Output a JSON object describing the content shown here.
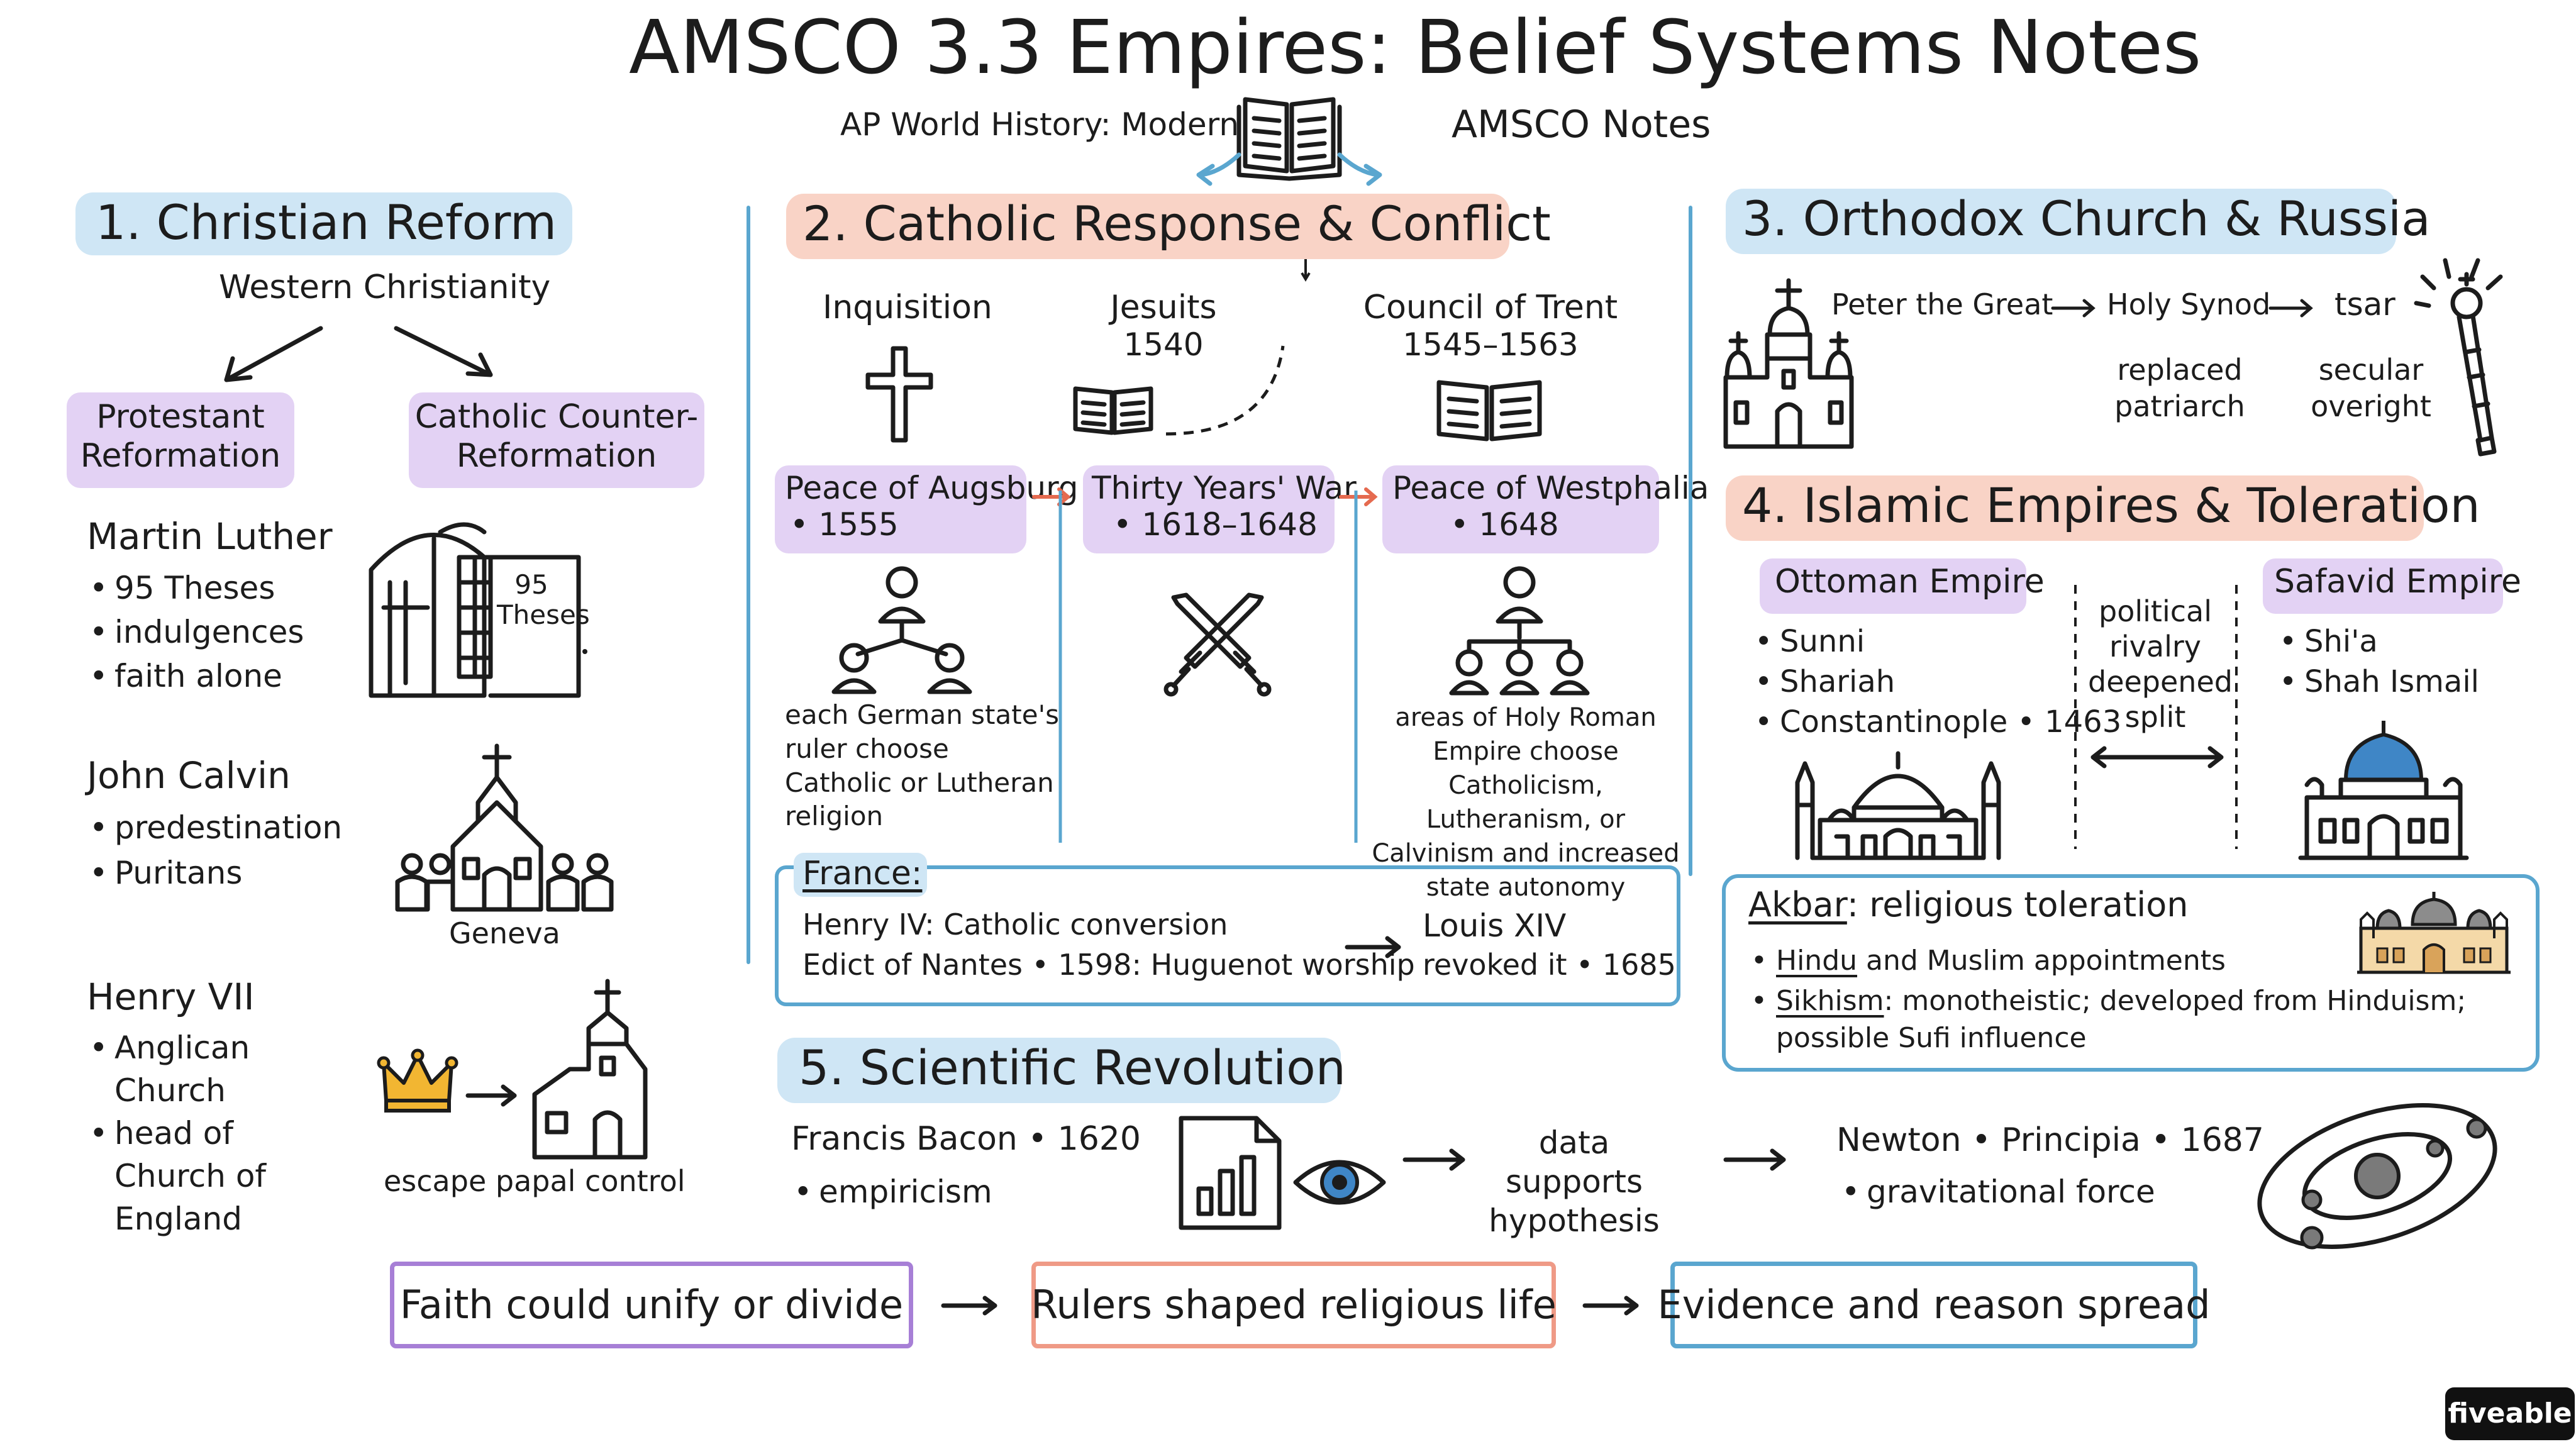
{
  "title": "AMSCO 3.3 Empires: Belief Systems Notes",
  "subtitle_left": "AP World History: Modern",
  "subtitle_right": "AMSCO Notes",
  "colors": {
    "blue": "#5aa6cf",
    "red": "#ef9a86",
    "purple": "#a77fd6",
    "gold": "#f2b632",
    "dome": "#3f86c6"
  },
  "s1": {
    "heading": "1. Christian Reform",
    "root": "Western Christianity",
    "branch_left": "Protestant Reformation",
    "branch_right": "Catholic Counter-Reformation",
    "luther": {
      "name": "Martin Luther",
      "items": [
        "95 Theses",
        "indulgences",
        "faith alone"
      ],
      "door_text": "95 Theses"
    },
    "calvin": {
      "name": "John Calvin",
      "items": [
        "predestination",
        "Puritans"
      ],
      "caption": "Geneva"
    },
    "henry": {
      "name": "Henry VII",
      "items": [
        "Anglican Church",
        "head of Church of England"
      ],
      "caption": "escape papal control"
    }
  },
  "s2": {
    "heading": "2. Catholic Response & Conflict",
    "inquisition": "Inquisition",
    "jesuits": "Jesuits",
    "jesuits_year": "1540",
    "trent": "Council of Trent",
    "trent_years": "1545–1563",
    "augsburg": "Peace of Augsburg",
    "augsburg_year": "• 1555",
    "thirty": "Thirty Years' War",
    "thirty_years": "• 1618–1648",
    "westphalia": "Peace of Westphalia",
    "westphalia_year": "• 1648",
    "augsburg_note": "each German state's ruler choose Catholic or Lutheran religion",
    "westphalia_note": "areas of Holy Roman Empire choose Catholicism, Lutheranism, or Calvinism and increased state autonomy",
    "france": {
      "label": "France:",
      "line1": "Henry IV: Catholic conversion",
      "line2": "Edict of Nantes • 1598: Huguenot worship",
      "right1": "Louis XIV",
      "right2": "revoked it • 1685"
    }
  },
  "s3": {
    "heading": "3. Orthodox Church & Russia",
    "peter": "Peter the Great",
    "synod": "Holy Synod",
    "tsar": "tsar",
    "synod_note": "replaced patriarch",
    "tsar_note": "secular overight"
  },
  "s4": {
    "heading": "4. Islamic Empires & Toleration",
    "ottoman": {
      "name": "Ottoman Empire",
      "items": [
        "Sunni",
        "Shariah",
        "Constantinople • 1463"
      ]
    },
    "safavid": {
      "name": "Safavid Empire",
      "items": [
        "Shi'a",
        "Shah Ismail"
      ]
    },
    "rivalry": "political rivalry deepened split",
    "akbar": {
      "name": "Akbar",
      "rest": ": religious toleration",
      "item1_u": "Hindu",
      "item1_rest": " and Muslim appointments",
      "item2_u": "Sikhism",
      "item2_rest": ": monotheistic; developed from Hinduism;",
      "item2_line2": "possible Sufi influence"
    }
  },
  "s5": {
    "heading": "5. Scientific Revolution",
    "bacon": "Francis Bacon • 1620",
    "bacon_item": "empiricism",
    "data_note": "data supports hypothesis",
    "newton": "Newton • Principia • 1687",
    "newton_item": "gravitational force"
  },
  "summary": [
    "Faith could unify or divide",
    "Rulers shaped religious life",
    "Evidence and reason spread"
  ],
  "brand": "fiveable"
}
